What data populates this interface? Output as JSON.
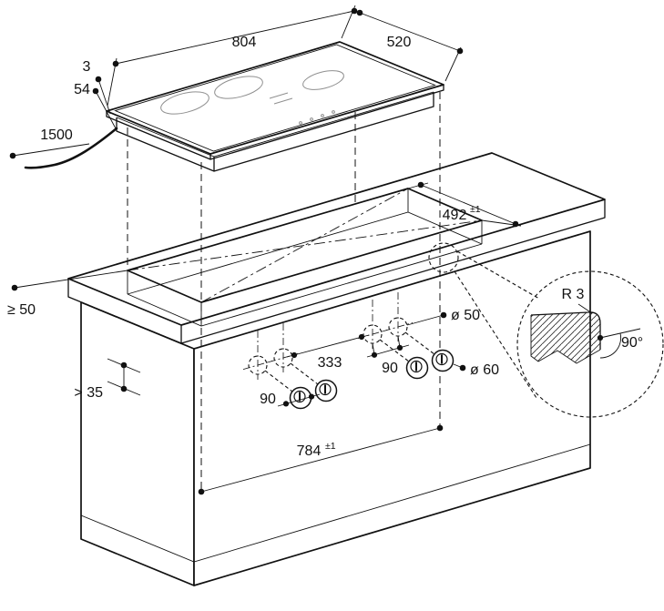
{
  "diagram": {
    "colors": {
      "background": "#ffffff",
      "line": "#111111"
    },
    "labels": {
      "width": "804",
      "depth": "520",
      "glass_thickness": "3",
      "base_height": "54",
      "cable_length": "1500",
      "cutout_depth": "492",
      "cutout_depth_tol": "±1",
      "side_clearance": "≥ 50",
      "bottom_clearance": "> 35",
      "knob_pair_spacing": "333",
      "knob_spacing_left": "90",
      "knob_spacing_right": "90",
      "hole_diameter": "ø 50",
      "knob_diameter": "ø 60",
      "cutout_width": "784",
      "cutout_width_tol": "±1",
      "corner_radius": "R 3",
      "edge_angle": "90°"
    }
  }
}
